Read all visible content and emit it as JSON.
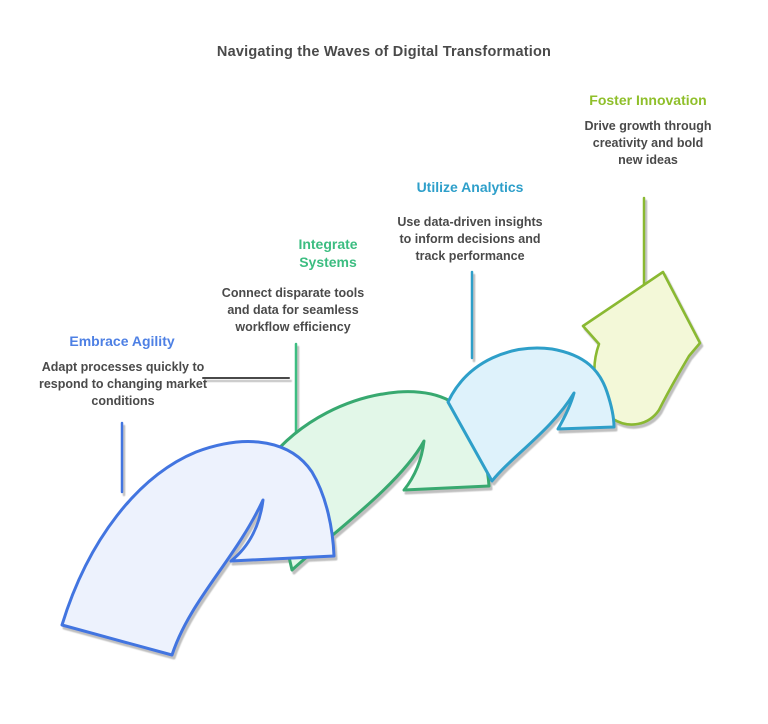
{
  "title": "Navigating the Waves of Digital Transformation",
  "colors": {
    "text_gray": "#4a4a4a",
    "connector_gray": "#4a4a4a",
    "background": "#ffffff"
  },
  "steps": [
    {
      "label": "Embrace Agility",
      "label_color": "#4e80e4",
      "desc": "Adapt processes quickly to respond to changing market conditions",
      "wave_fill": "#edf2fd",
      "wave_stroke": "#4374e0",
      "line_color": "#4374e0"
    },
    {
      "label": "Integrate Systems",
      "label_color": "#3cbd81",
      "desc": "Connect disparate tools and data for seamless workflow efficiency",
      "wave_fill": "#e2f7e8",
      "wave_stroke": "#38a970",
      "line_color": "#3cbd81"
    },
    {
      "label": "Utilize Analytics",
      "label_color": "#2e9fca",
      "desc": "Use data-driven insights to inform decisions and track performance",
      "wave_fill": "#def2fb",
      "wave_stroke": "#2d9fc9",
      "line_color": "#2d9fc9"
    },
    {
      "label": "Foster Innovation",
      "label_color": "#8fbf2a",
      "desc": "Drive growth through creativity and bold new ideas",
      "arrow_fill": "#f3f8d8",
      "arrow_stroke": "#8ab930",
      "line_color": "#8ab930"
    }
  ]
}
